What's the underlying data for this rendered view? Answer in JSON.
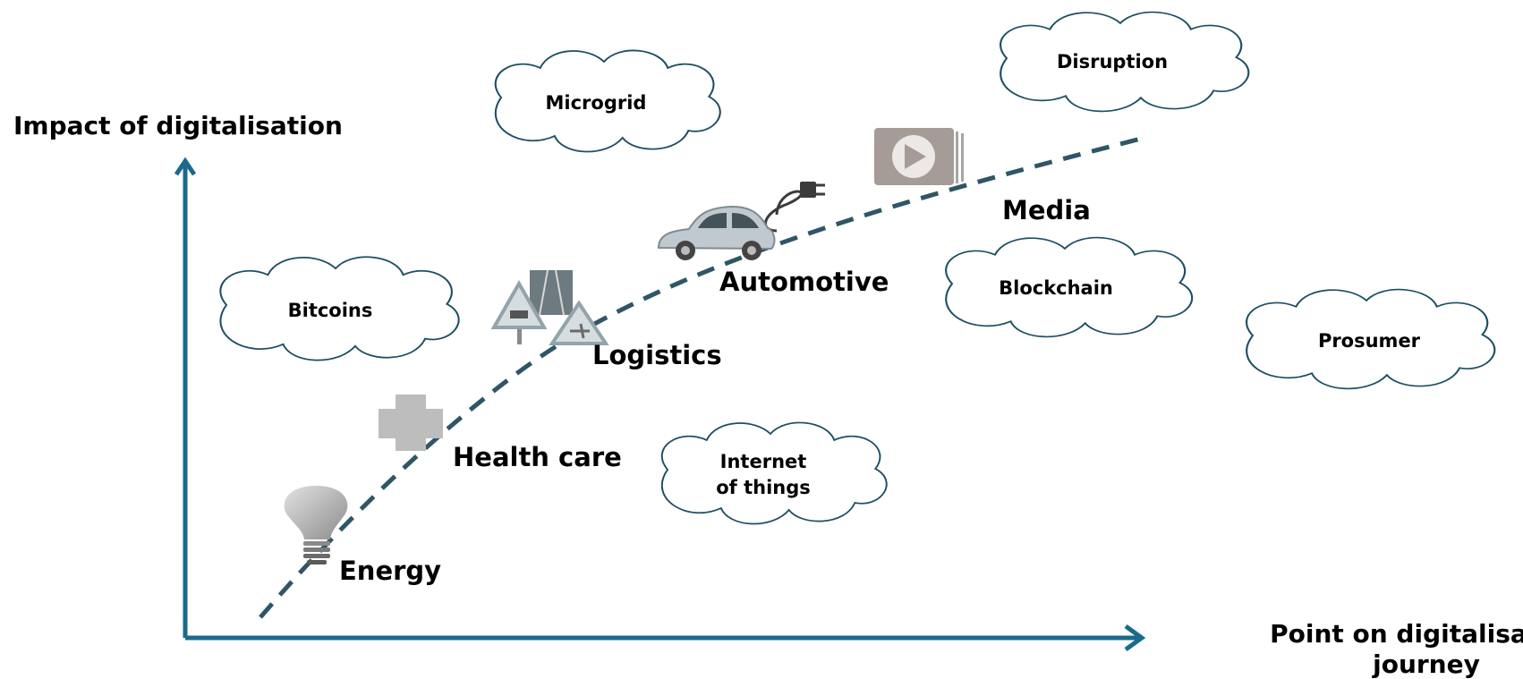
{
  "axes": {
    "y_label": "Impact of digitalisation",
    "x_label_line1": "Point on digitalisation",
    "x_label_line2": "journey",
    "color": "#1b6a8c"
  },
  "trajectory": {
    "color": "#2f5566",
    "style": "dashed"
  },
  "sectors": [
    {
      "label": "Energy",
      "icon": "lightbulb-icon"
    },
    {
      "label": "Health care",
      "icon": "medical-cross-icon"
    },
    {
      "label": "Logistics",
      "icon": "traffic-signs-icon"
    },
    {
      "label": "Automotive",
      "icon": "electric-car-icon"
    },
    {
      "label": "Media",
      "icon": "play-media-icon"
    }
  ],
  "clouds": [
    {
      "label": "Microgrid"
    },
    {
      "label": "Disruption"
    },
    {
      "label": "Bitcoins"
    },
    {
      "label": "Blockchain"
    },
    {
      "label": "Prosumer"
    },
    {
      "label_line1": "Internet",
      "label_line2": "of things"
    }
  ],
  "colors": {
    "cloud_outline": "#1f4e63",
    "icon_gray": "#b5b5b5"
  }
}
